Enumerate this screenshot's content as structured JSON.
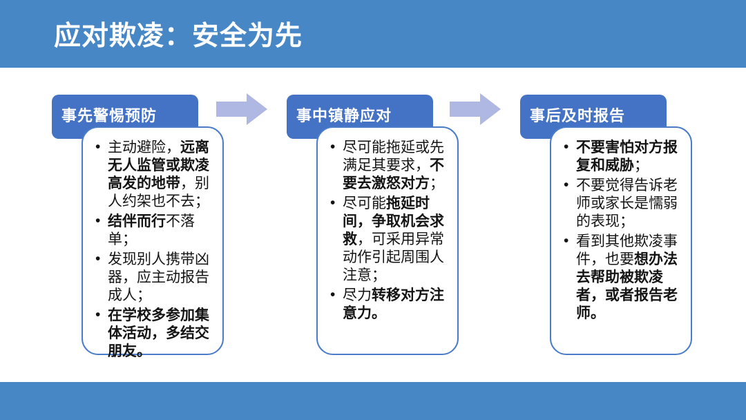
{
  "slide": {
    "title": "应对欺凌：安全为先",
    "colors": {
      "bar_blue": "#4787C6",
      "header_blue": "#4472C4",
      "card_border": "#4A7CC9",
      "arrow_blue": "#AFB7E3",
      "header_text": "#FFFFFF",
      "text": "#141414"
    },
    "columns": [
      {
        "header": "事先警惕预防",
        "bullets": [
          {
            "segments": [
              {
                "text": "主动避险，",
                "bold": false
              },
              {
                "text": "远离无人监管或欺凌高发的地带",
                "bold": true
              },
              {
                "text": "，别人约架也不去；",
                "bold": false
              }
            ]
          },
          {
            "segments": [
              {
                "text": "结伴而行",
                "bold": true
              },
              {
                "text": "不落单；",
                "bold": false
              }
            ]
          },
          {
            "segments": [
              {
                "text": "发现别人携带凶器，应主动报告成人；",
                "bold": false
              }
            ]
          },
          {
            "segments": [
              {
                "text": "在学校多参加集体活动，多结交朋友。",
                "bold": true
              }
            ]
          }
        ]
      },
      {
        "header": "事中镇静应对",
        "bullets": [
          {
            "segments": [
              {
                "text": "尽可能拖延或先满足其要求，",
                "bold": false
              },
              {
                "text": "不要去激怒对方",
                "bold": true
              },
              {
                "text": "；",
                "bold": false
              }
            ]
          },
          {
            "segments": [
              {
                "text": "尽可能",
                "bold": false
              },
              {
                "text": "拖延时间，争取机会求救",
                "bold": true
              },
              {
                "text": "，可采用异常动作引起周围人注意；",
                "bold": false
              }
            ]
          },
          {
            "segments": [
              {
                "text": "尽力",
                "bold": false
              },
              {
                "text": "转移对方注意力。",
                "bold": true
              }
            ]
          }
        ]
      },
      {
        "header": "事后及时报告",
        "bullets": [
          {
            "segments": [
              {
                "text": "不要害怕对方报复和威胁",
                "bold": true
              },
              {
                "text": "；",
                "bold": false
              }
            ]
          },
          {
            "segments": [
              {
                "text": "不要觉得告诉老师或家长是懦弱的表现；",
                "bold": false
              }
            ]
          },
          {
            "segments": [
              {
                "text": "看到其他欺凌事件，也要",
                "bold": false
              },
              {
                "text": "想办法去帮助被欺凌者，或者报告老师。",
                "bold": true
              }
            ]
          }
        ]
      }
    ]
  }
}
